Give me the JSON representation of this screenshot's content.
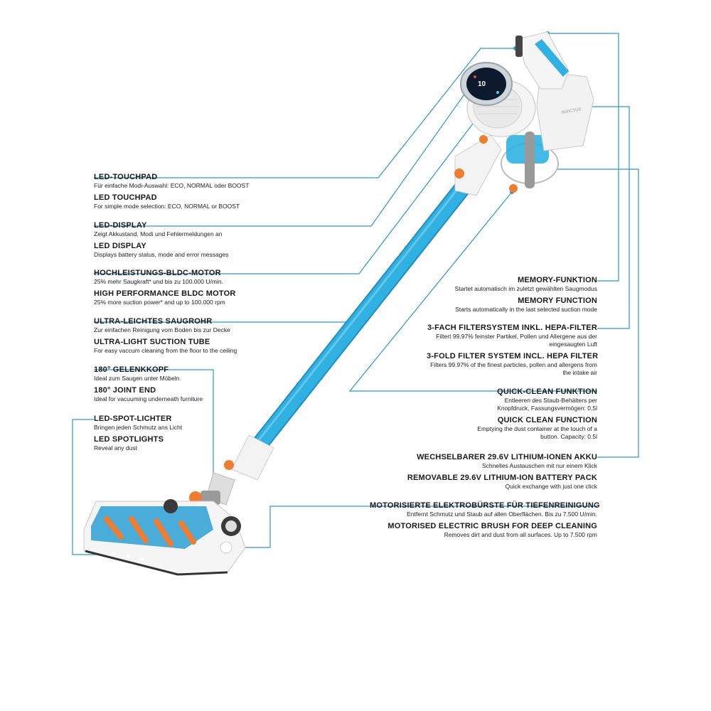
{
  "product": {
    "brand_text": "INVICTUS",
    "display_readout": "10"
  },
  "colors": {
    "tube": "#29a8d8",
    "accent": "#f07d2f",
    "line": "#2a97cf",
    "body": "#f2f2f2"
  },
  "left_features": [
    {
      "de_title": "LED-TOUCHPAD",
      "de_desc": "Für einfache Modi-Auswahl: ECO, NORMAL oder BOOST",
      "en_title": "LED TOUCHPAD",
      "en_desc": "For simple mode selection: ECO, NORMAL or BOOST"
    },
    {
      "de_title": "LED-DISPLAY",
      "de_desc": "Zeigt Akkustand, Modi und Fehlermeldungen an",
      "en_title": "LED DISPLAY",
      "en_desc": "Displays battery status, mode and error messages"
    },
    {
      "de_title": "HOCHLEISTUNGS-BLDC-MOTOR",
      "de_desc": "25% mehr Saugkraft* und bis zu 100.000 U/min.",
      "en_title": "HIGH PERFORMANCE BLDC MOTOR",
      "en_desc": "25% more suction power* and up to 100.000 rpm"
    },
    {
      "de_title": "ULTRA-LEICHTES SAUGROHR",
      "de_desc": "Zur einfachen Reinigung vom Boden bis zur Decke",
      "en_title": "ULTRA-LIGHT SUCTION TUBE",
      "en_desc": "For easy vaccum cleaning from the floor to the ceiling"
    },
    {
      "de_title": "180° GELENKKOPF",
      "de_desc": "Ideal zum Saugen unter Möbeln",
      "en_title": "180° JOINT END",
      "en_desc": "Ideal for vacuuming underneath furniture"
    },
    {
      "de_title": "LED-SPOT-LICHTER",
      "de_desc": "Bringen jeden Schmutz ans Licht",
      "en_title": "LED SPOTLIGHTS",
      "en_desc": "Reveal any dust"
    }
  ],
  "right_features": [
    {
      "de_title": "MEMORY-FUNKTION",
      "de_desc": "Startet automatisch im zuletzt gewählten Saugmodus",
      "en_title": "MEMORY FUNCTION",
      "en_desc": "Starts automatically in the last selected suction mode"
    },
    {
      "de_title": "3-FACH FILTERSYSTEM INKL. HEPA-FILTER",
      "de_desc": "Filtert 99,97% feinster Partikel, Pollen und Allergene aus der eingesaugten Luft",
      "en_title": "3-FOLD FILTER SYSTEM INCL. HEPA FILTER",
      "en_desc": "Filters 99.97% of the finest particles, pollen and allergens from the intake air"
    },
    {
      "de_title": "QUICK-CLEAN FUNKTION",
      "de_desc": "Entleeren des Staub-Behälters per Knopfdruck, Fassungsvermögen: 0,5l",
      "en_title": "QUICK CLEAN FUNCTION",
      "en_desc": "Emptying the dust container at the touch of a button. Capacity: 0.5l"
    },
    {
      "de_title": "WECHSELBARER 29.6V LITHIUM-IONEN AKKU",
      "de_desc": "Schnelles Austauschen mit nur einem Klick",
      "en_title": "REMOVABLE 29.6V LITHIUM-ION BATTERY PACK",
      "en_desc": "Quick exchange with just one click"
    },
    {
      "de_title": "MOTORISIERTE ELEKTROBÜRSTE FÜR TIEFENREINIGUNG",
      "de_desc": "Entfernt Schmutz und Staub auf allen Oberflächen. Bis zu 7.500 U/min.",
      "en_title": "MOTORISED ELECTRIC BRUSH FOR DEEP CLEANING",
      "en_desc": "Removes dirt and dust from all surfaces. Up to 7.500 rpm"
    }
  ]
}
